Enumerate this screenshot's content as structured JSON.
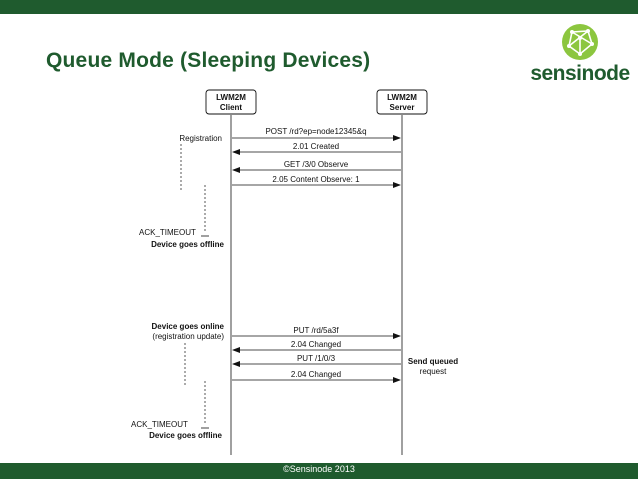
{
  "slide": {
    "title": "Queue Mode (Sleeping Devices)",
    "logo_text": "sensinode",
    "footer": "©Sensinode 2013",
    "brand_color": "#1f5b2e",
    "logo_color": "#8cc63f"
  },
  "diagram": {
    "client": {
      "line1": "LWM2M",
      "line2": "Client"
    },
    "server": {
      "line1": "LWM2M",
      "line2": "Server"
    },
    "messages": [
      {
        "text": "POST /rd?ep=node12345&q",
        "direction": "client-to-server"
      },
      {
        "text": "2.01 Created",
        "direction": "server-to-client"
      },
      {
        "text": "GET /3/0 Observe",
        "direction": "server-to-client"
      },
      {
        "text": "2.05 Content Observe: 1",
        "direction": "client-to-server"
      },
      {
        "text": "PUT /rd/5a3f",
        "direction": "client-to-server"
      },
      {
        "text": "2.04 Changed",
        "direction": "server-to-client"
      },
      {
        "text": "PUT /1/0/3",
        "direction": "server-to-client"
      },
      {
        "text": "2.04 Changed",
        "direction": "client-to-server"
      }
    ],
    "notes": {
      "registration": "Registration",
      "ack_timeout_1": "ACK_TIMEOUT",
      "offline_1": "Device goes offline",
      "online": "Device goes online",
      "online_sub": "(registration update)",
      "ack_timeout_2": "ACK_TIMEOUT",
      "offline_2": "Device goes offline",
      "send_queued_1": "Send queued",
      "send_queued_2": "request"
    }
  }
}
